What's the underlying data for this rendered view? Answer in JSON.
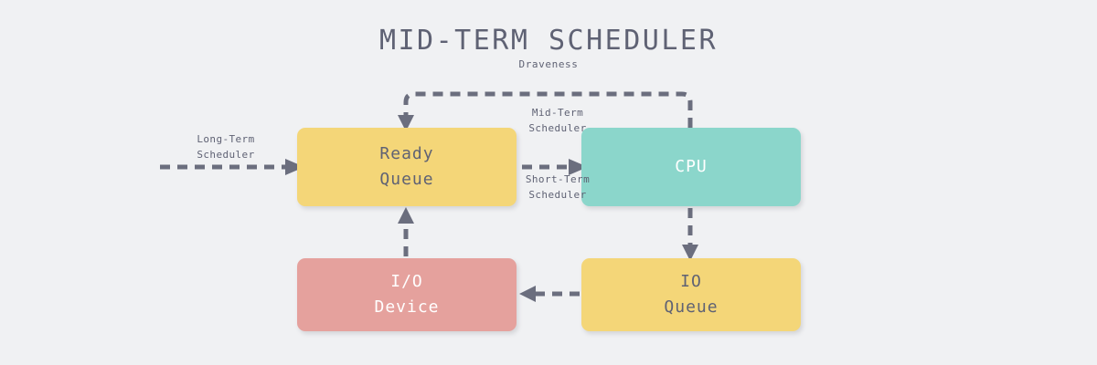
{
  "header": {
    "title": "MID-TERM SCHEDULER",
    "subtitle": "Draveness"
  },
  "palette": {
    "background": "#f0f1f3",
    "yellow": "#f4d678",
    "teal": "#8bd6cb",
    "pink": "#e5a19d",
    "text_dark": "#5f6274",
    "text_light": "#ffffff",
    "arrow": "#6b6e7e"
  },
  "nodes": [
    {
      "id": "ready-queue",
      "line1": "Ready",
      "line2": "Queue",
      "color": "#f4d678"
    },
    {
      "id": "cpu",
      "line1": "CPU",
      "line2": "",
      "color": "#8bd6cb"
    },
    {
      "id": "io-device",
      "line1": "I/O",
      "line2": "Device",
      "color": "#e5a19d"
    },
    {
      "id": "io-queue",
      "line1": "IO",
      "line2": "Queue",
      "color": "#f4d678"
    }
  ],
  "edges": [
    {
      "id": "long-term",
      "line1": "Long-Term",
      "line2": "Scheduler"
    },
    {
      "id": "mid-term",
      "line1": "Mid-Term",
      "line2": "Scheduler"
    },
    {
      "id": "short-term",
      "line1": "Short-Term",
      "line2": "Scheduler"
    }
  ]
}
